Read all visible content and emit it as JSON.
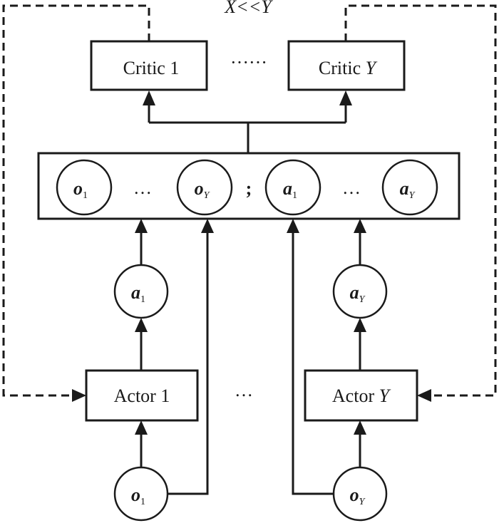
{
  "relation_label": "X<<Y",
  "critics": {
    "first": {
      "name": "Critic",
      "index": "1"
    },
    "last": {
      "name": "Critic",
      "index": "Y"
    },
    "ellipsis": "······"
  },
  "concat_vector": {
    "obs_first": {
      "sym": "o",
      "sub": "1"
    },
    "obs_ellipsis": "…",
    "obs_last": {
      "sym": "o",
      "sub": "Y"
    },
    "separator": ";",
    "act_first": {
      "sym": "a",
      "sub": "1"
    },
    "act_ellipsis": "…",
    "act_last": {
      "sym": "a",
      "sub": "Y"
    }
  },
  "actor_outputs": {
    "left": {
      "sym": "a",
      "sub": "1"
    },
    "right": {
      "sym": "a",
      "sub": "Y"
    }
  },
  "actors": {
    "first": {
      "name": "Actor",
      "index": "1"
    },
    "last": {
      "name": "Actor",
      "index": "Y"
    },
    "ellipsis": "…"
  },
  "observations": {
    "left": {
      "sym": "o",
      "sub": "1"
    },
    "right": {
      "sym": "o",
      "sub": "Y"
    }
  }
}
